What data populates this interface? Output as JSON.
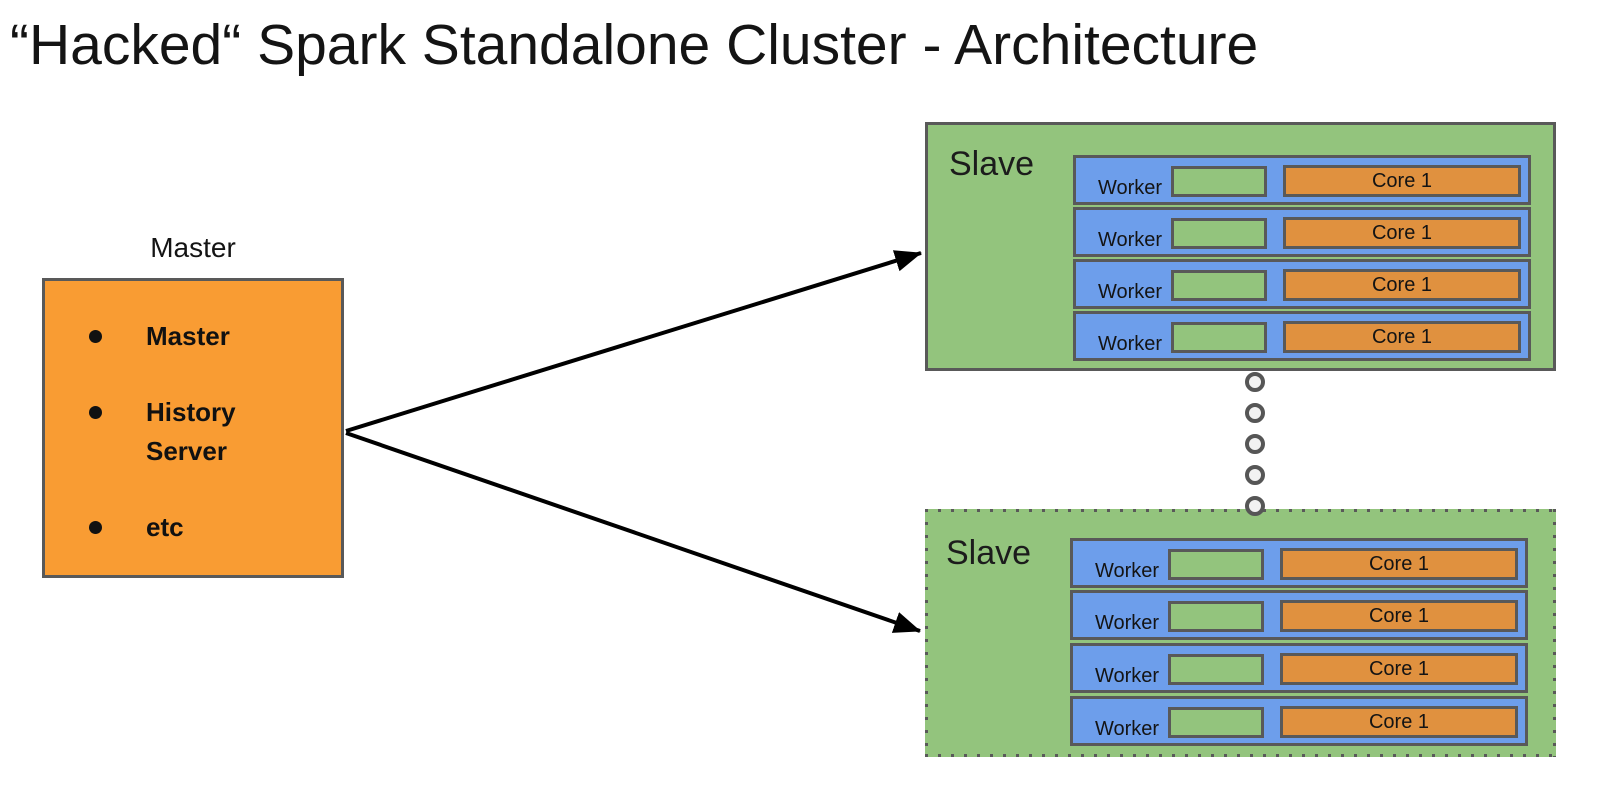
{
  "title": "“Hacked“ Spark Standalone Cluster - Architecture",
  "master": {
    "caption": "Master",
    "items": [
      "Master",
      "History Server",
      "etc"
    ]
  },
  "slaves": [
    {
      "label": "Slave",
      "border_style": "solid",
      "workers": [
        {
          "label": "Worker",
          "core": "Core 1"
        },
        {
          "label": "Worker",
          "core": "Core 1"
        },
        {
          "label": "Worker",
          "core": "Core 1"
        },
        {
          "label": "Worker",
          "core": "Core 1"
        }
      ]
    },
    {
      "label": "Slave",
      "border_style": "dotted",
      "workers": [
        {
          "label": "Worker",
          "core": "Core 1"
        },
        {
          "label": "Worker",
          "core": "Core 1"
        },
        {
          "label": "Worker",
          "core": "Core 1"
        },
        {
          "label": "Worker",
          "core": "Core 1"
        }
      ]
    }
  ],
  "connector": {
    "dot_count": 5
  },
  "colors": {
    "master_fill": "#F99C33",
    "slave_fill": "#93C47D",
    "worker_fill": "#6D9EEB",
    "core_fill": "#E0913F",
    "executor_fill": "#93C47D",
    "border_gray": "#595959",
    "arrow_black": "#000000",
    "dot_fill": "#F2F2F2",
    "text": "#141414",
    "background": "#FFFFFF"
  }
}
